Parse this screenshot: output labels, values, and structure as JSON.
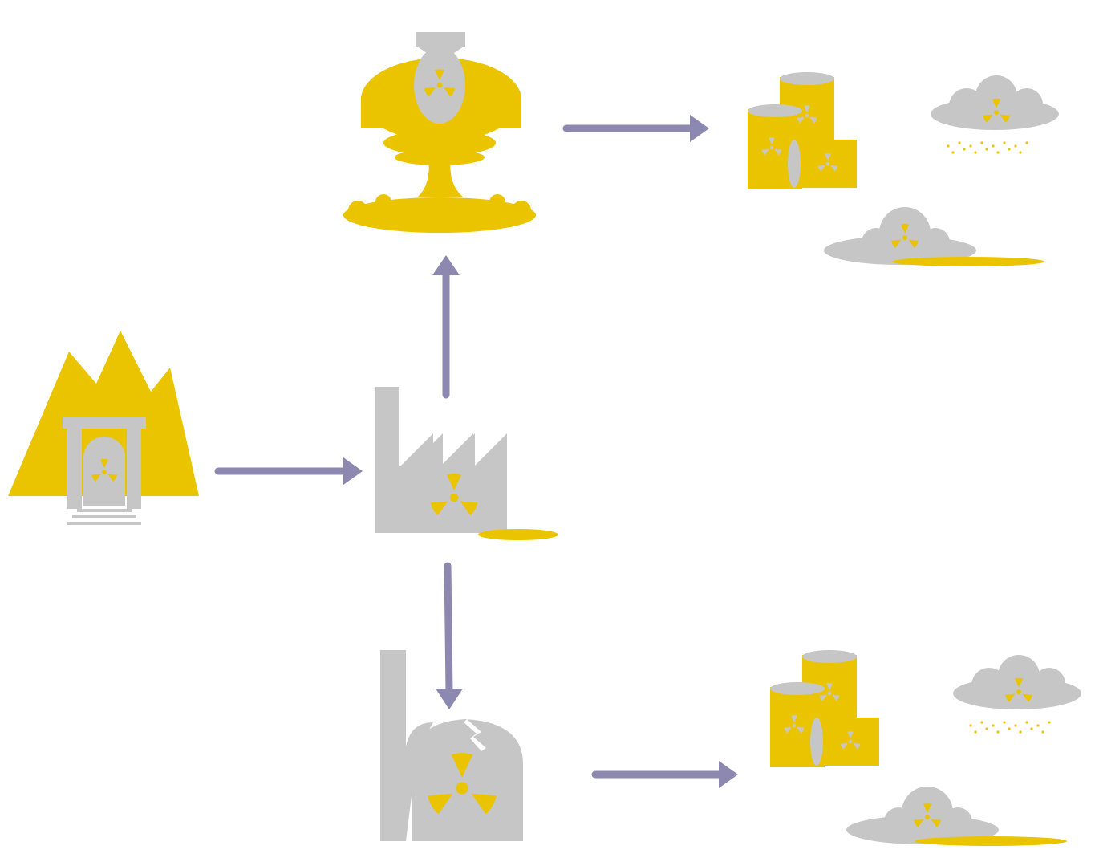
{
  "colors": {
    "background": "#ffffff",
    "nuclear_yellow": "#ebc400",
    "neutral_gray": "#c6c6c6",
    "arrow_purple": "#8c88b0"
  },
  "nodes": [
    {
      "id": "uranium-mine",
      "icon": "mine-with-radiation-icon"
    },
    {
      "id": "processing-factory",
      "icon": "factory-with-radiation-icon"
    },
    {
      "id": "nuclear-bomb",
      "icon": "mushroom-cloud-bomb-icon"
    },
    {
      "id": "nuclear-power-plant",
      "icon": "cracked-reactor-icon"
    },
    {
      "id": "weapons-waste-barrels",
      "icon": "radioactive-barrels-icon"
    },
    {
      "id": "weapons-fallout-rain",
      "icon": "radioactive-rain-cloud-icon"
    },
    {
      "id": "weapons-fallout-spill",
      "icon": "radioactive-cloud-spill-icon"
    },
    {
      "id": "power-waste-barrels",
      "icon": "radioactive-barrels-icon"
    },
    {
      "id": "power-fallout-rain",
      "icon": "radioactive-rain-cloud-icon"
    },
    {
      "id": "power-fallout-spill",
      "icon": "radioactive-cloud-spill-icon"
    }
  ],
  "edges": [
    {
      "from": "uranium-mine",
      "to": "processing-factory"
    },
    {
      "from": "processing-factory",
      "to": "nuclear-bomb"
    },
    {
      "from": "processing-factory",
      "to": "nuclear-power-plant"
    },
    {
      "from": "nuclear-bomb",
      "to": "weapons-waste-barrels"
    },
    {
      "from": "nuclear-power-plant",
      "to": "power-waste-barrels"
    }
  ]
}
